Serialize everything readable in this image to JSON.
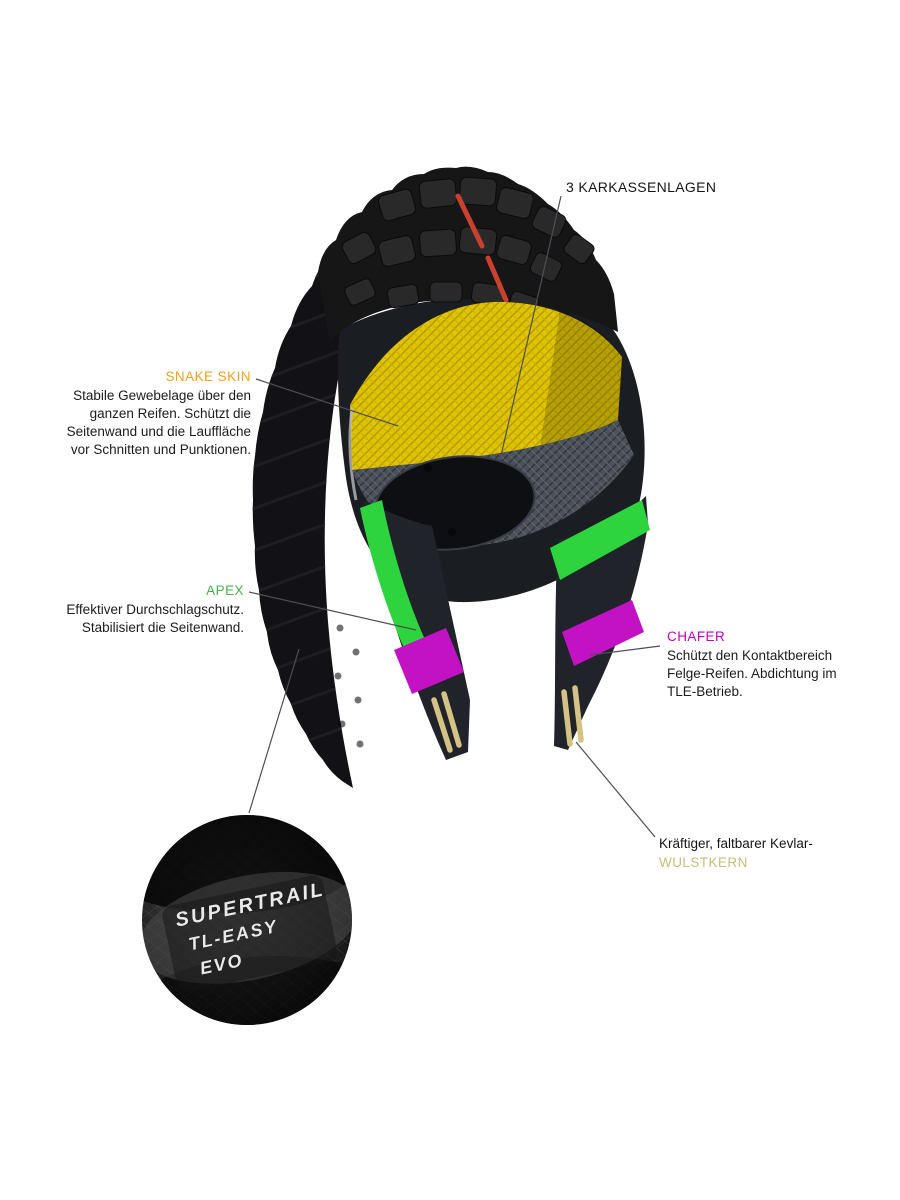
{
  "labels": {
    "karkassenlagen": {
      "title": "3 KARKASSENLAGEN"
    },
    "snakeskin": {
      "title": "SNAKE SKIN",
      "color": "#f5a01b",
      "lines": [
        "Stabile Gewebelage über den",
        "ganzen Reifen. Schützt die",
        "Seitenwand und die Lauffläche",
        "vor Schnitten und Punktionen."
      ]
    },
    "apex": {
      "title": "APEX",
      "color": "#46b44b",
      "lines": [
        "Effektiver Durchschlagschutz.",
        "Stabilisiert die Seitenwand."
      ]
    },
    "chafer": {
      "title": "CHAFER",
      "color": "#bf00bf",
      "lines": [
        "Schützt den Kontaktbereich",
        "Felge-Reifen. Abdichtung im",
        "TLE-Betrieb."
      ]
    },
    "wulstkern": {
      "prefix": "Kräftiger, faltbarer Kevlar-",
      "title": "WULSTKERN",
      "color": "#cbbc7a"
    }
  },
  "inset": {
    "lines": [
      "SUPERTRAIL",
      "TL-EASY",
      "EVO"
    ]
  },
  "illustration_colors": {
    "snakeskin_layer": "#e0c404",
    "carcass_weave": "#4c515a",
    "apex_layer": "#2ed43e",
    "chafer_layer": "#c312c3",
    "bead_core": "#d4c384",
    "tread": "#161617",
    "wear_stripe": "#c8402e"
  }
}
